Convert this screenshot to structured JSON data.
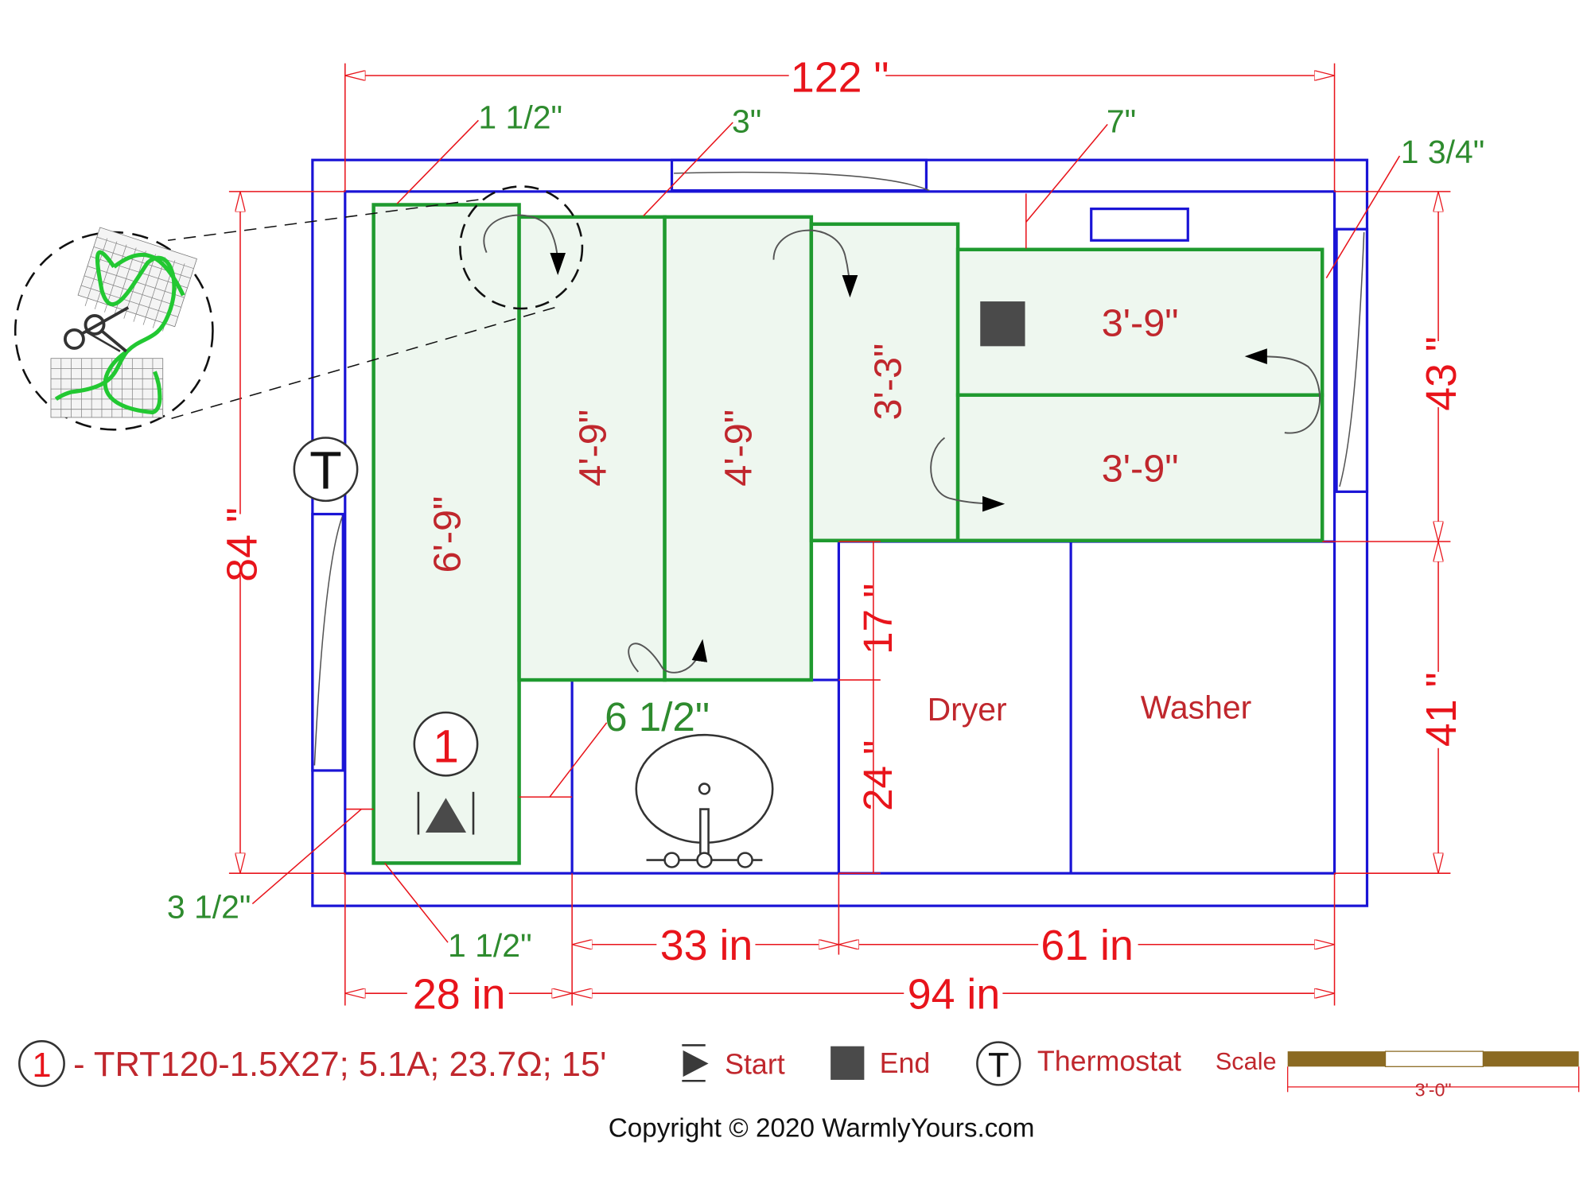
{
  "colors": {
    "wall": "#1a14d6",
    "dimension": "#e8141b",
    "dimension_green": "#2e8b2e",
    "mat_fill": "#eef7ef",
    "mat_stroke": "#1f9a2f",
    "label": "#c0272d",
    "scale_bar": "#8b6a22"
  },
  "dimensions": {
    "overall_width": "122 \"",
    "overall_height": "84 \"",
    "right_upper": "43 \"",
    "right_lower": "41 \"",
    "bottom_33": "33 in",
    "bottom_61": "61 in",
    "bottom_28": "28 in",
    "bottom_94": "94 in",
    "mid_17": "17 \"",
    "mid_24": "24 \""
  },
  "offsets": {
    "top_left": "1 1/2\"",
    "top_3": "3\"",
    "top_7": "7\"",
    "top_right": "1 3/4\"",
    "left_bottom": "3 1/2\"",
    "bottom_left": "1 1/2\"",
    "sink_gap": "6 1/2\""
  },
  "mats": [
    {
      "id": "mat-1",
      "length": "6'-9\""
    },
    {
      "id": "mat-2",
      "length": "4'-9\""
    },
    {
      "id": "mat-3",
      "length": "4'-9\""
    },
    {
      "id": "mat-4",
      "length": "3'-3\""
    },
    {
      "id": "mat-5",
      "length": "3'-9\""
    },
    {
      "id": "mat-6",
      "length": "3'-9\""
    }
  ],
  "rooms": {
    "dryer": "Dryer",
    "washer": "Washer"
  },
  "markers": {
    "circuit_number": "1",
    "thermostat": "T"
  },
  "legend": {
    "circuit_number": "1",
    "circuit_spec": "- TRT120-1.5X27; 5.1A; 23.7Ω; 15'",
    "start_label": "Start",
    "end_label": "End",
    "thermostat_symbol": "T",
    "thermostat_label": "Thermostat",
    "scale_label": "Scale",
    "scale_length": "3'-0\""
  },
  "copyright": "Copyright © 2020 WarmlyYours.com"
}
